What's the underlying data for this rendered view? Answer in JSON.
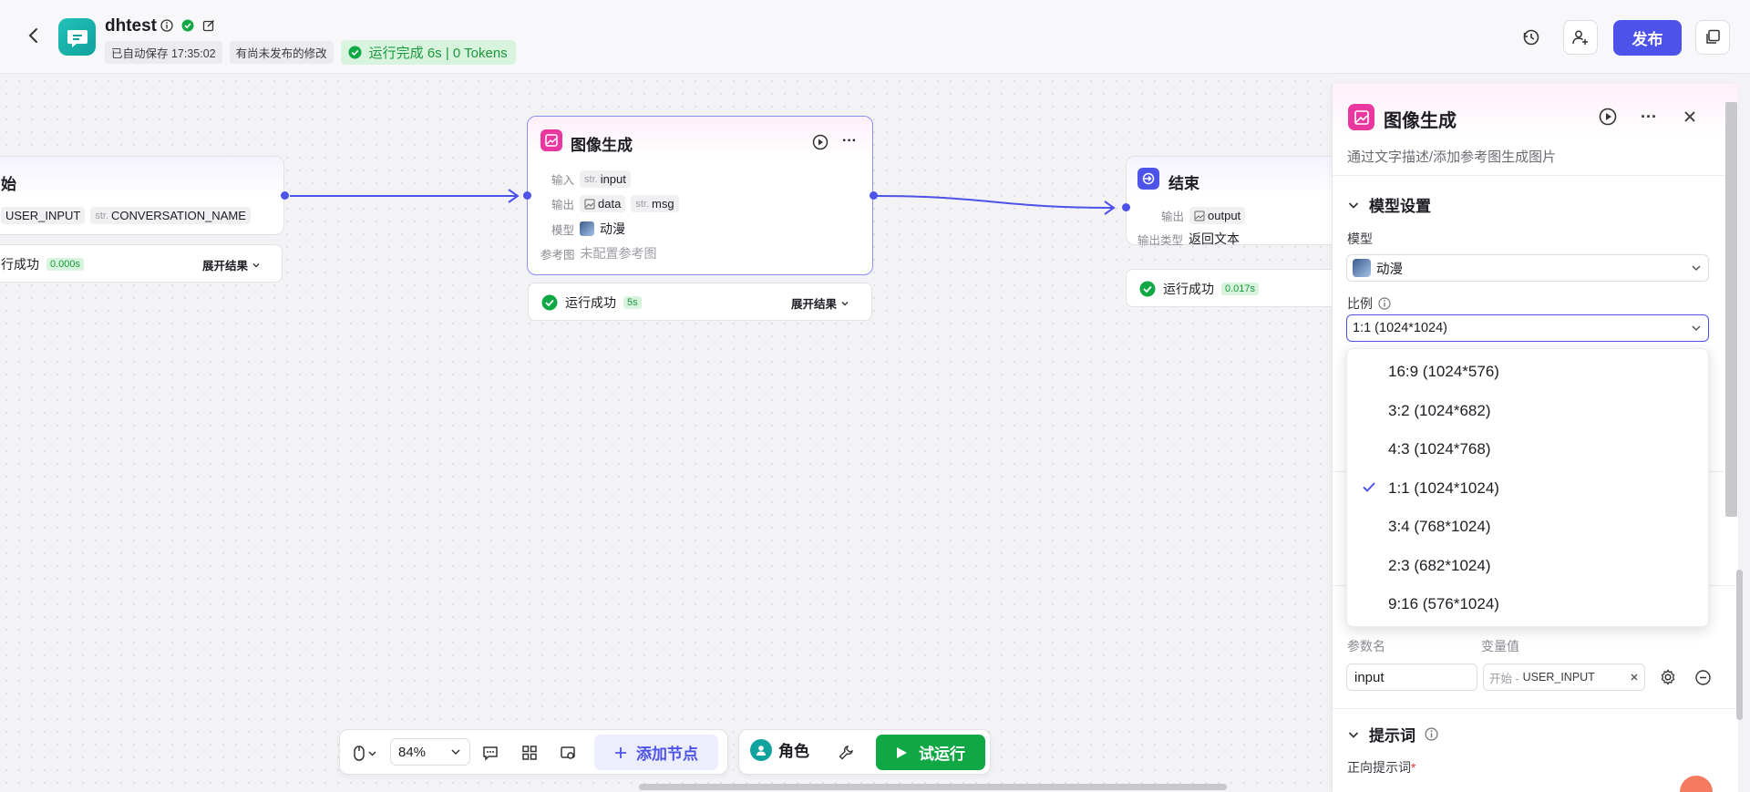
{
  "header": {
    "app_title": "dhtest",
    "autosave": "已自动保存 17:35:02",
    "unpublished": "有尚未发布的修改",
    "run_status": "运行完成 6s | 0 Tokens",
    "publish_label": "发布"
  },
  "canvas": {
    "start_node": {
      "title": "始",
      "var1": "USER_INPUT",
      "var2_prefix": "str.",
      "var2": "CONVERSATION_NAME",
      "status": "行成功",
      "time": "0.000s",
      "expand": "展开结果"
    },
    "image_node": {
      "title": "图像生成",
      "input_label": "输入",
      "input_prefix": "str.",
      "input_value": "input",
      "output_label": "输出",
      "output_value1": "data",
      "output_prefix2": "str.",
      "output_value2": "msg",
      "model_label": "模型",
      "model_value": "动漫",
      "ref_label": "参考图",
      "ref_value": "未配置参考图",
      "status": "运行成功",
      "time": "5s",
      "expand": "展开结果"
    },
    "end_node": {
      "title": "结束",
      "output_label": "输出",
      "output_value": "output",
      "output_type_label": "输出类型",
      "output_type_value": "返回文本",
      "status": "运行成功",
      "time": "0.017s"
    }
  },
  "toolbar": {
    "zoom": "84%",
    "add_node": "添加节点",
    "role": "角色",
    "trial_run": "试运行"
  },
  "panel": {
    "title": "图像生成",
    "description": "通过文字描述/添加参考图生成图片",
    "model_settings": "模型设置",
    "model_label": "模型",
    "model_value": "动漫",
    "ratio_label": "比例",
    "ratio_value": "1:1 (1024*1024)",
    "ratio_options": [
      "16:9 (1024*576)",
      "3:2 (1024*682)",
      "4:3 (1024*768)",
      "1:1 (1024*1024)",
      "3:4 (768*1024)",
      "2:3 (682*1024)",
      "9:16 (576*1024)"
    ],
    "param_name_label": "参数名",
    "var_value_label": "变量值",
    "param_name_value": "input",
    "var_source": "开始 - ",
    "var_value": "USER_INPUT",
    "prompt_section": "提示词",
    "positive_prompt": "正向提示词",
    "required_mark": "*"
  },
  "colors": {
    "accent": "#4d53e8",
    "success": "#10a845",
    "image_node": "#e8379e",
    "end_node": "#4d53e8",
    "app_logo": "#22c1b7"
  }
}
